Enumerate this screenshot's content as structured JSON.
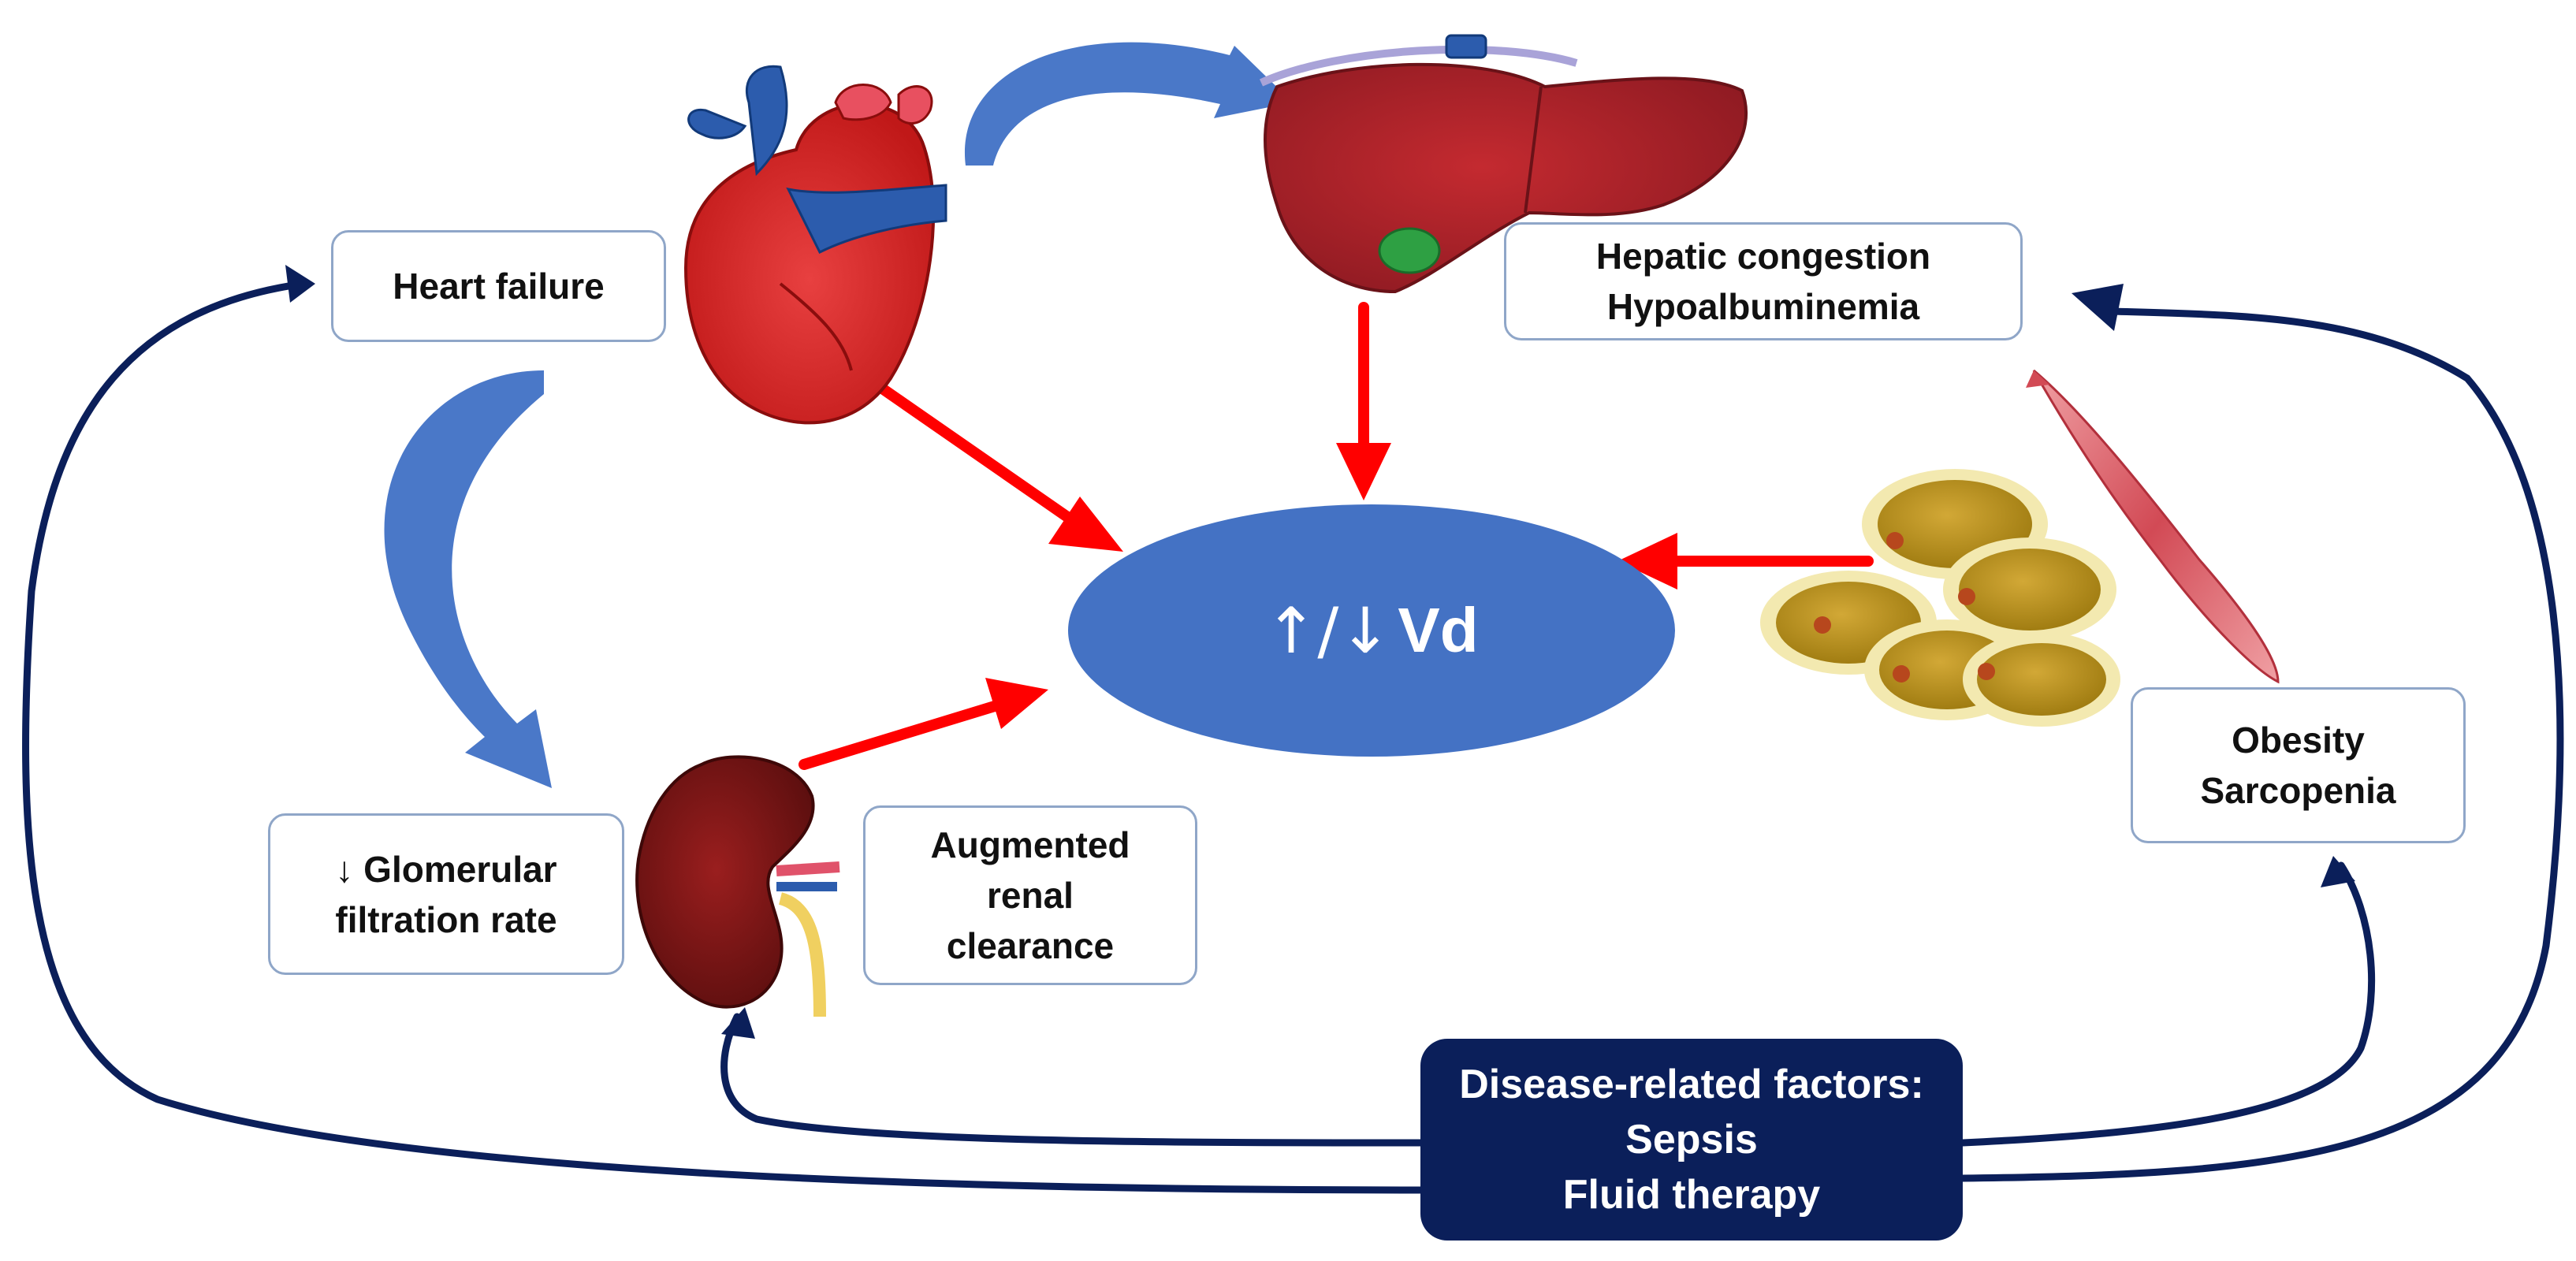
{
  "center": {
    "symbol": "↑/↓",
    "text": "Vd"
  },
  "heart_failure": {
    "label": "Heart failure"
  },
  "hepatic": {
    "line1": "Hepatic congestion",
    "line2": "Hypoalbuminemia"
  },
  "gfr": {
    "line1": "↓ Glomerular",
    "line2": "filtration rate"
  },
  "arc": {
    "line1": "Augmented",
    "line2": "renal",
    "line3": "clearance"
  },
  "obesity": {
    "line1": "Obesity",
    "line2": "Sarcopenia"
  },
  "factors": {
    "line1": "Disease-related factors:",
    "line2": "Sepsis",
    "line3": "Fluid therapy"
  },
  "icons": [
    "heart-icon",
    "liver-icon",
    "kidney-icon",
    "fat-cells-icon",
    "muscle-icon"
  ],
  "colors": {
    "center_ellipse": "#4472c4",
    "red_arrow": "#ff0000",
    "navy_line": "#0b1f5a",
    "blue_curve": "#4a78c8",
    "box_border": "#8fa6c8"
  }
}
